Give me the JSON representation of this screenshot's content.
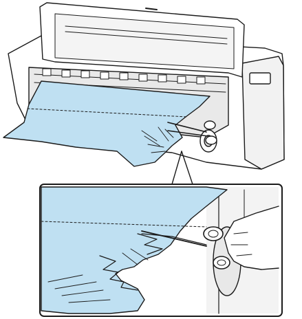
{
  "figure": {
    "paper_color": "#bfe0f2",
    "line_color": "#1a1a1a",
    "printer_fill": "#ffffff",
    "shade_fill": "#e6e6e6",
    "icons": [
      "printer",
      "jammed-paper",
      "scissors",
      "hand",
      "zoom-callout"
    ]
  }
}
